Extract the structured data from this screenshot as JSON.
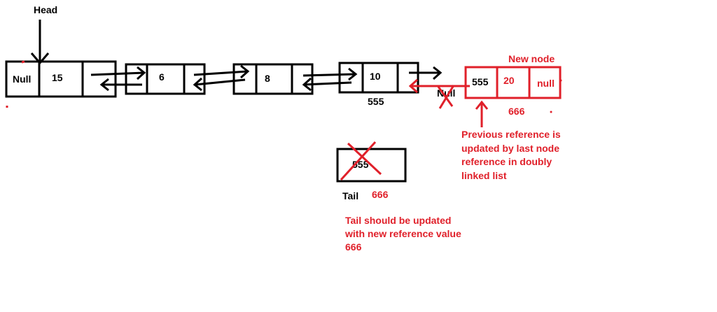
{
  "head_label": "Head",
  "nodes": [
    {
      "prev": "Null",
      "value": "15",
      "next": ""
    },
    {
      "prev": "",
      "value": "6",
      "next": ""
    },
    {
      "prev": "",
      "value": "8",
      "next": ""
    },
    {
      "prev": "",
      "value": "10",
      "next": "",
      "address": "555"
    }
  ],
  "null_label": "Null",
  "new_node": {
    "title": "New node",
    "prev": "555",
    "value": "20",
    "next": "null",
    "address": "666"
  },
  "note_previous": [
    "Previous reference is",
    "updated by last node",
    "reference in doubly",
    "linked list"
  ],
  "tail": {
    "old_value": "555",
    "label": "Tail",
    "new_value": "666"
  },
  "note_tail": [
    "Tail should be updated",
    "with new reference value",
    "666"
  ],
  "colors": {
    "ink": "#000000",
    "accent": "#e0202a",
    "background": "#ffffff"
  }
}
